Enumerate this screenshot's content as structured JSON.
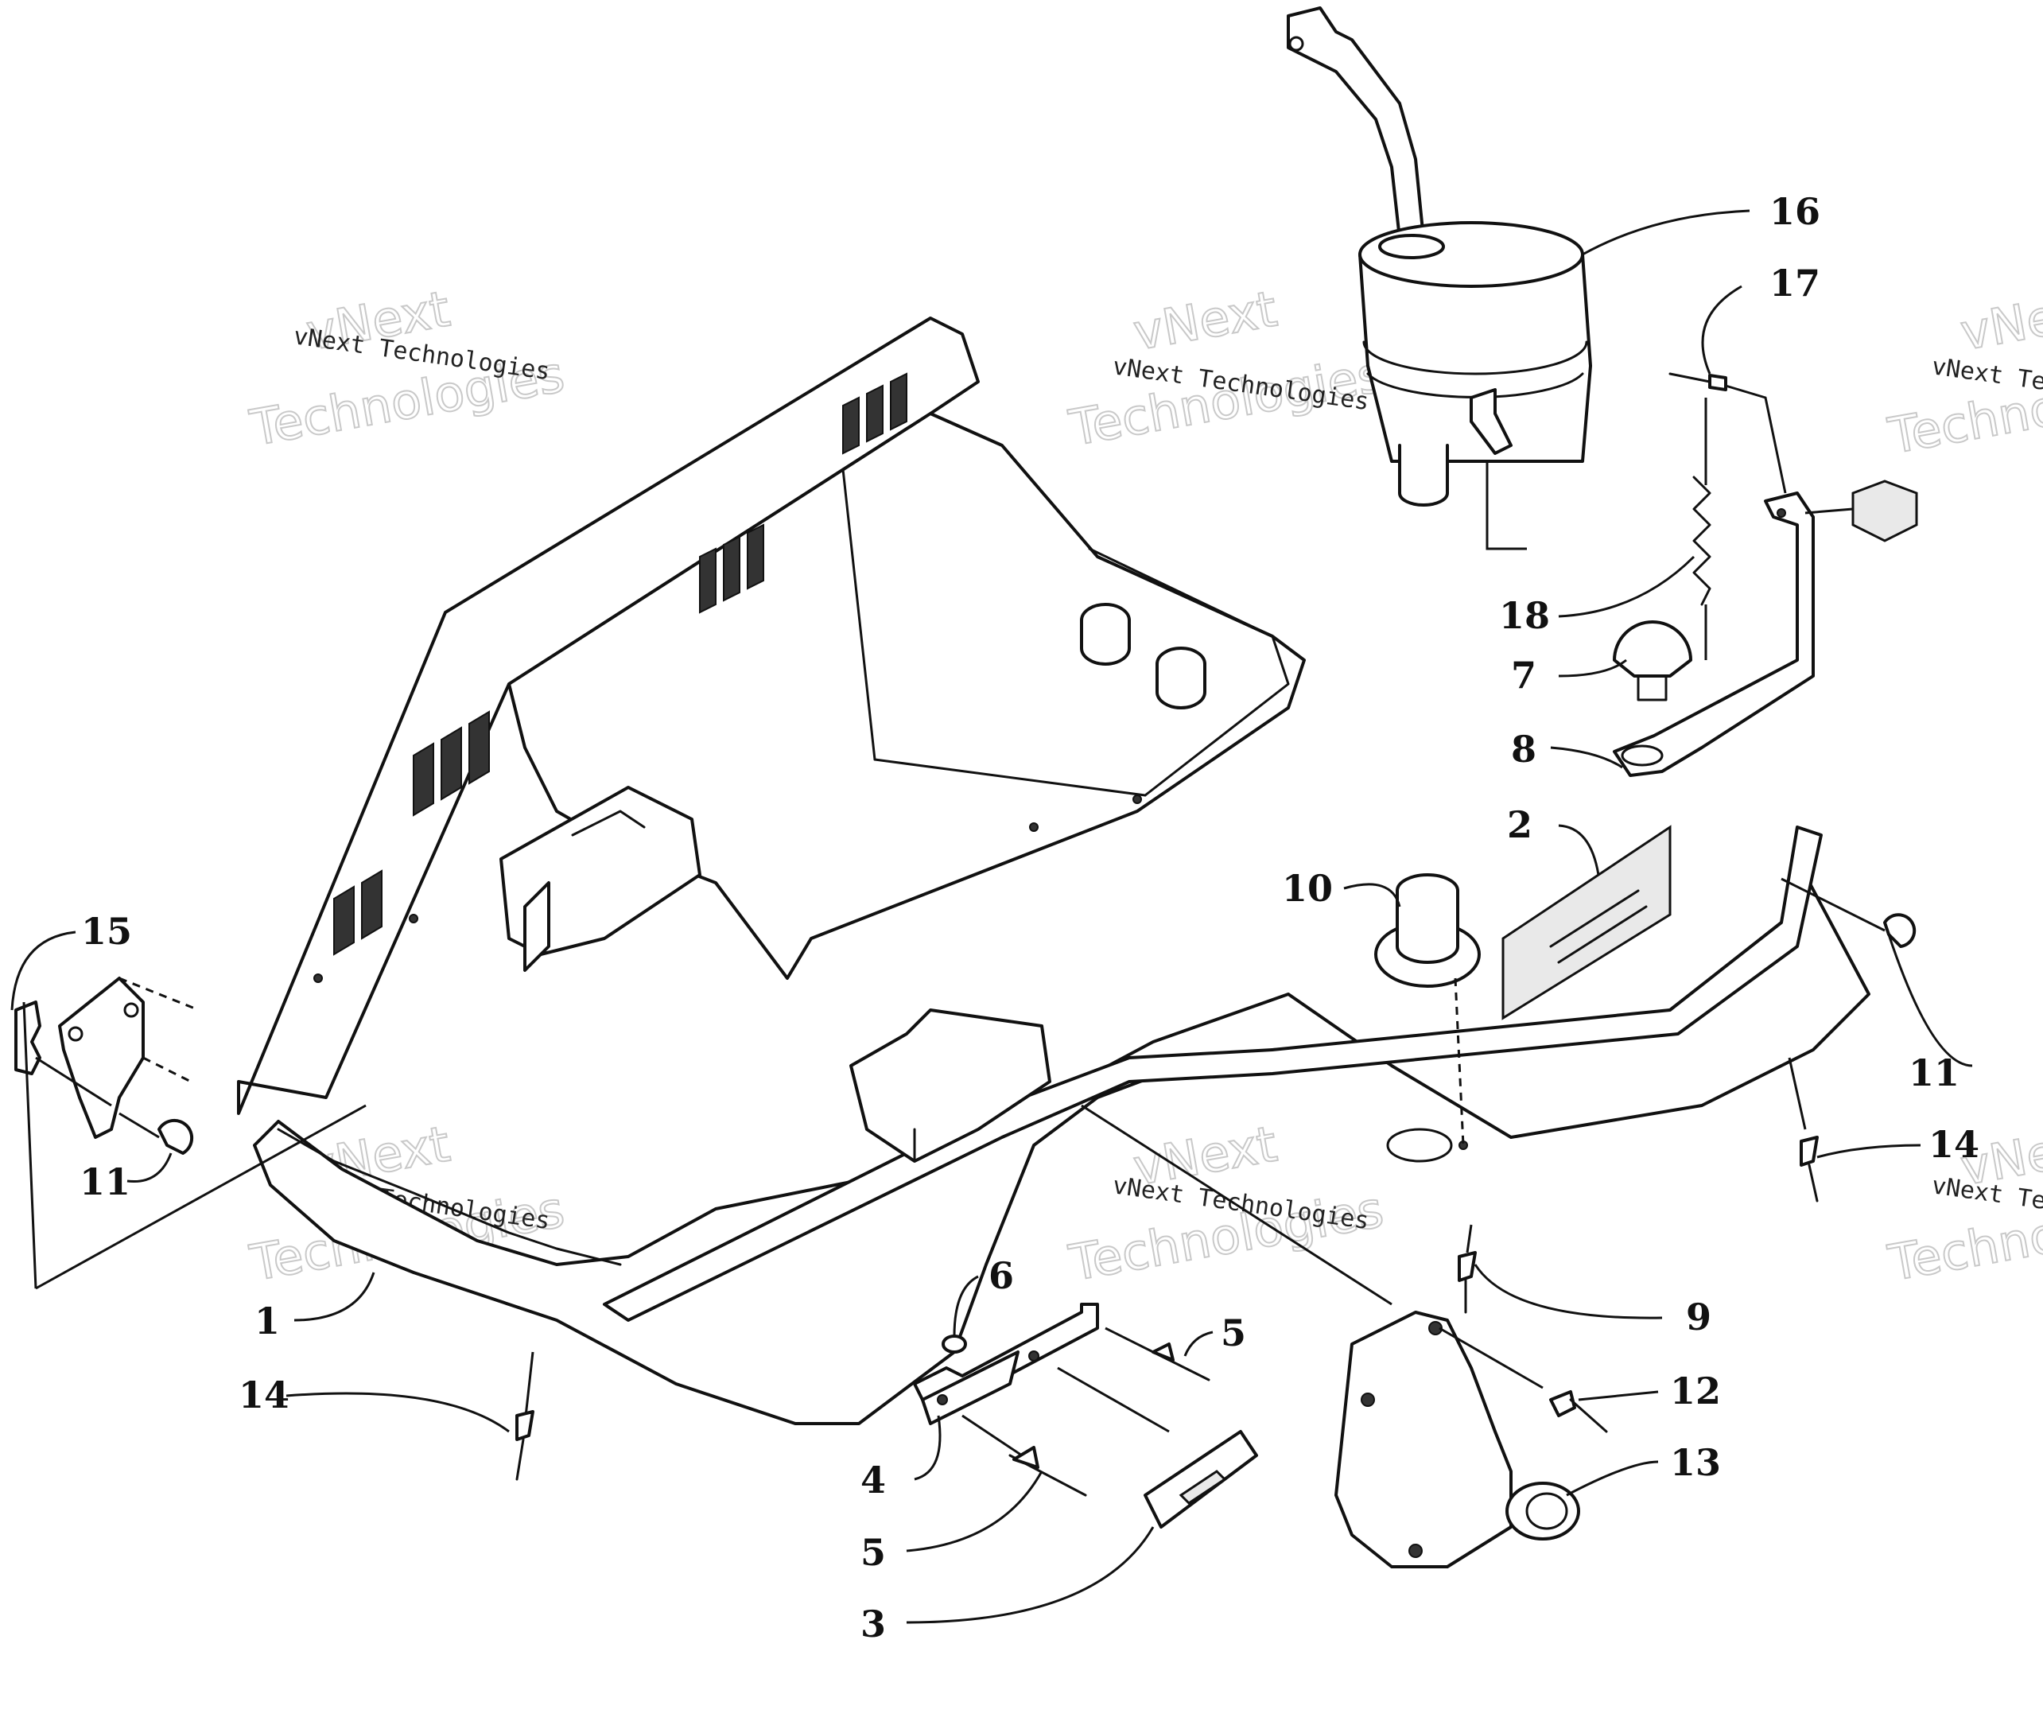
{
  "watermark": {
    "company": "vNext Technologies",
    "line1": "vNext",
    "line2": "Technologies"
  },
  "callouts": [
    {
      "id": "c1",
      "label": "1"
    },
    {
      "id": "c2",
      "label": "2"
    },
    {
      "id": "c3",
      "label": "3"
    },
    {
      "id": "c4",
      "label": "4"
    },
    {
      "id": "c5a",
      "label": "5"
    },
    {
      "id": "c5b",
      "label": "5"
    },
    {
      "id": "c6",
      "label": "6"
    },
    {
      "id": "c7",
      "label": "7"
    },
    {
      "id": "c8",
      "label": "8"
    },
    {
      "id": "c9",
      "label": "9"
    },
    {
      "id": "c10",
      "label": "10"
    },
    {
      "id": "c11a",
      "label": "11"
    },
    {
      "id": "c11b",
      "label": "11"
    },
    {
      "id": "c12",
      "label": "12"
    },
    {
      "id": "c13",
      "label": "13"
    },
    {
      "id": "c14a",
      "label": "14"
    },
    {
      "id": "c14b",
      "label": "14"
    },
    {
      "id": "c15",
      "label": "15"
    },
    {
      "id": "c16",
      "label": "16"
    },
    {
      "id": "c17",
      "label": "17"
    },
    {
      "id": "c18",
      "label": "18"
    }
  ]
}
